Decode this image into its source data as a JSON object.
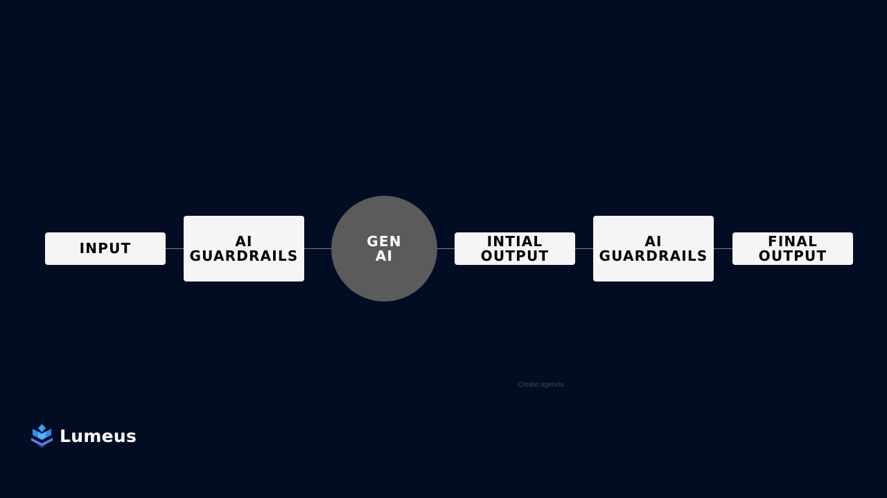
{
  "diagram": {
    "nodes": [
      {
        "id": "input",
        "label": "INPUT"
      },
      {
        "id": "guardrails_1",
        "label": "AI\nGUARDRAILS"
      },
      {
        "id": "gen_ai",
        "label": "GEN\nAI"
      },
      {
        "id": "initial_output",
        "label": "INTIAL\nOUTPUT"
      },
      {
        "id": "guardrails_2",
        "label": "AI\nGUARDRAILS"
      },
      {
        "id": "final_output",
        "label": "FINAL\nOUTPUT"
      }
    ],
    "edges": [
      {
        "from": "input",
        "to": "guardrails_1"
      },
      {
        "from": "guardrails_1",
        "to": "gen_ai"
      },
      {
        "from": "gen_ai",
        "to": "initial_output"
      },
      {
        "from": "initial_output",
        "to": "guardrails_2"
      },
      {
        "from": "guardrails_2",
        "to": "final_output"
      }
    ]
  },
  "caption": "Create agenda",
  "brand": {
    "name": "Lumeus",
    "icon": "lumeus-logo-icon"
  },
  "colors": {
    "background": "#020d23",
    "box": "#f5f5f5",
    "circle": "#5b5b5b",
    "connector": "#7d8290",
    "logo_accent_1": "#3aa0f5",
    "logo_accent_2": "#5b7cf0"
  }
}
